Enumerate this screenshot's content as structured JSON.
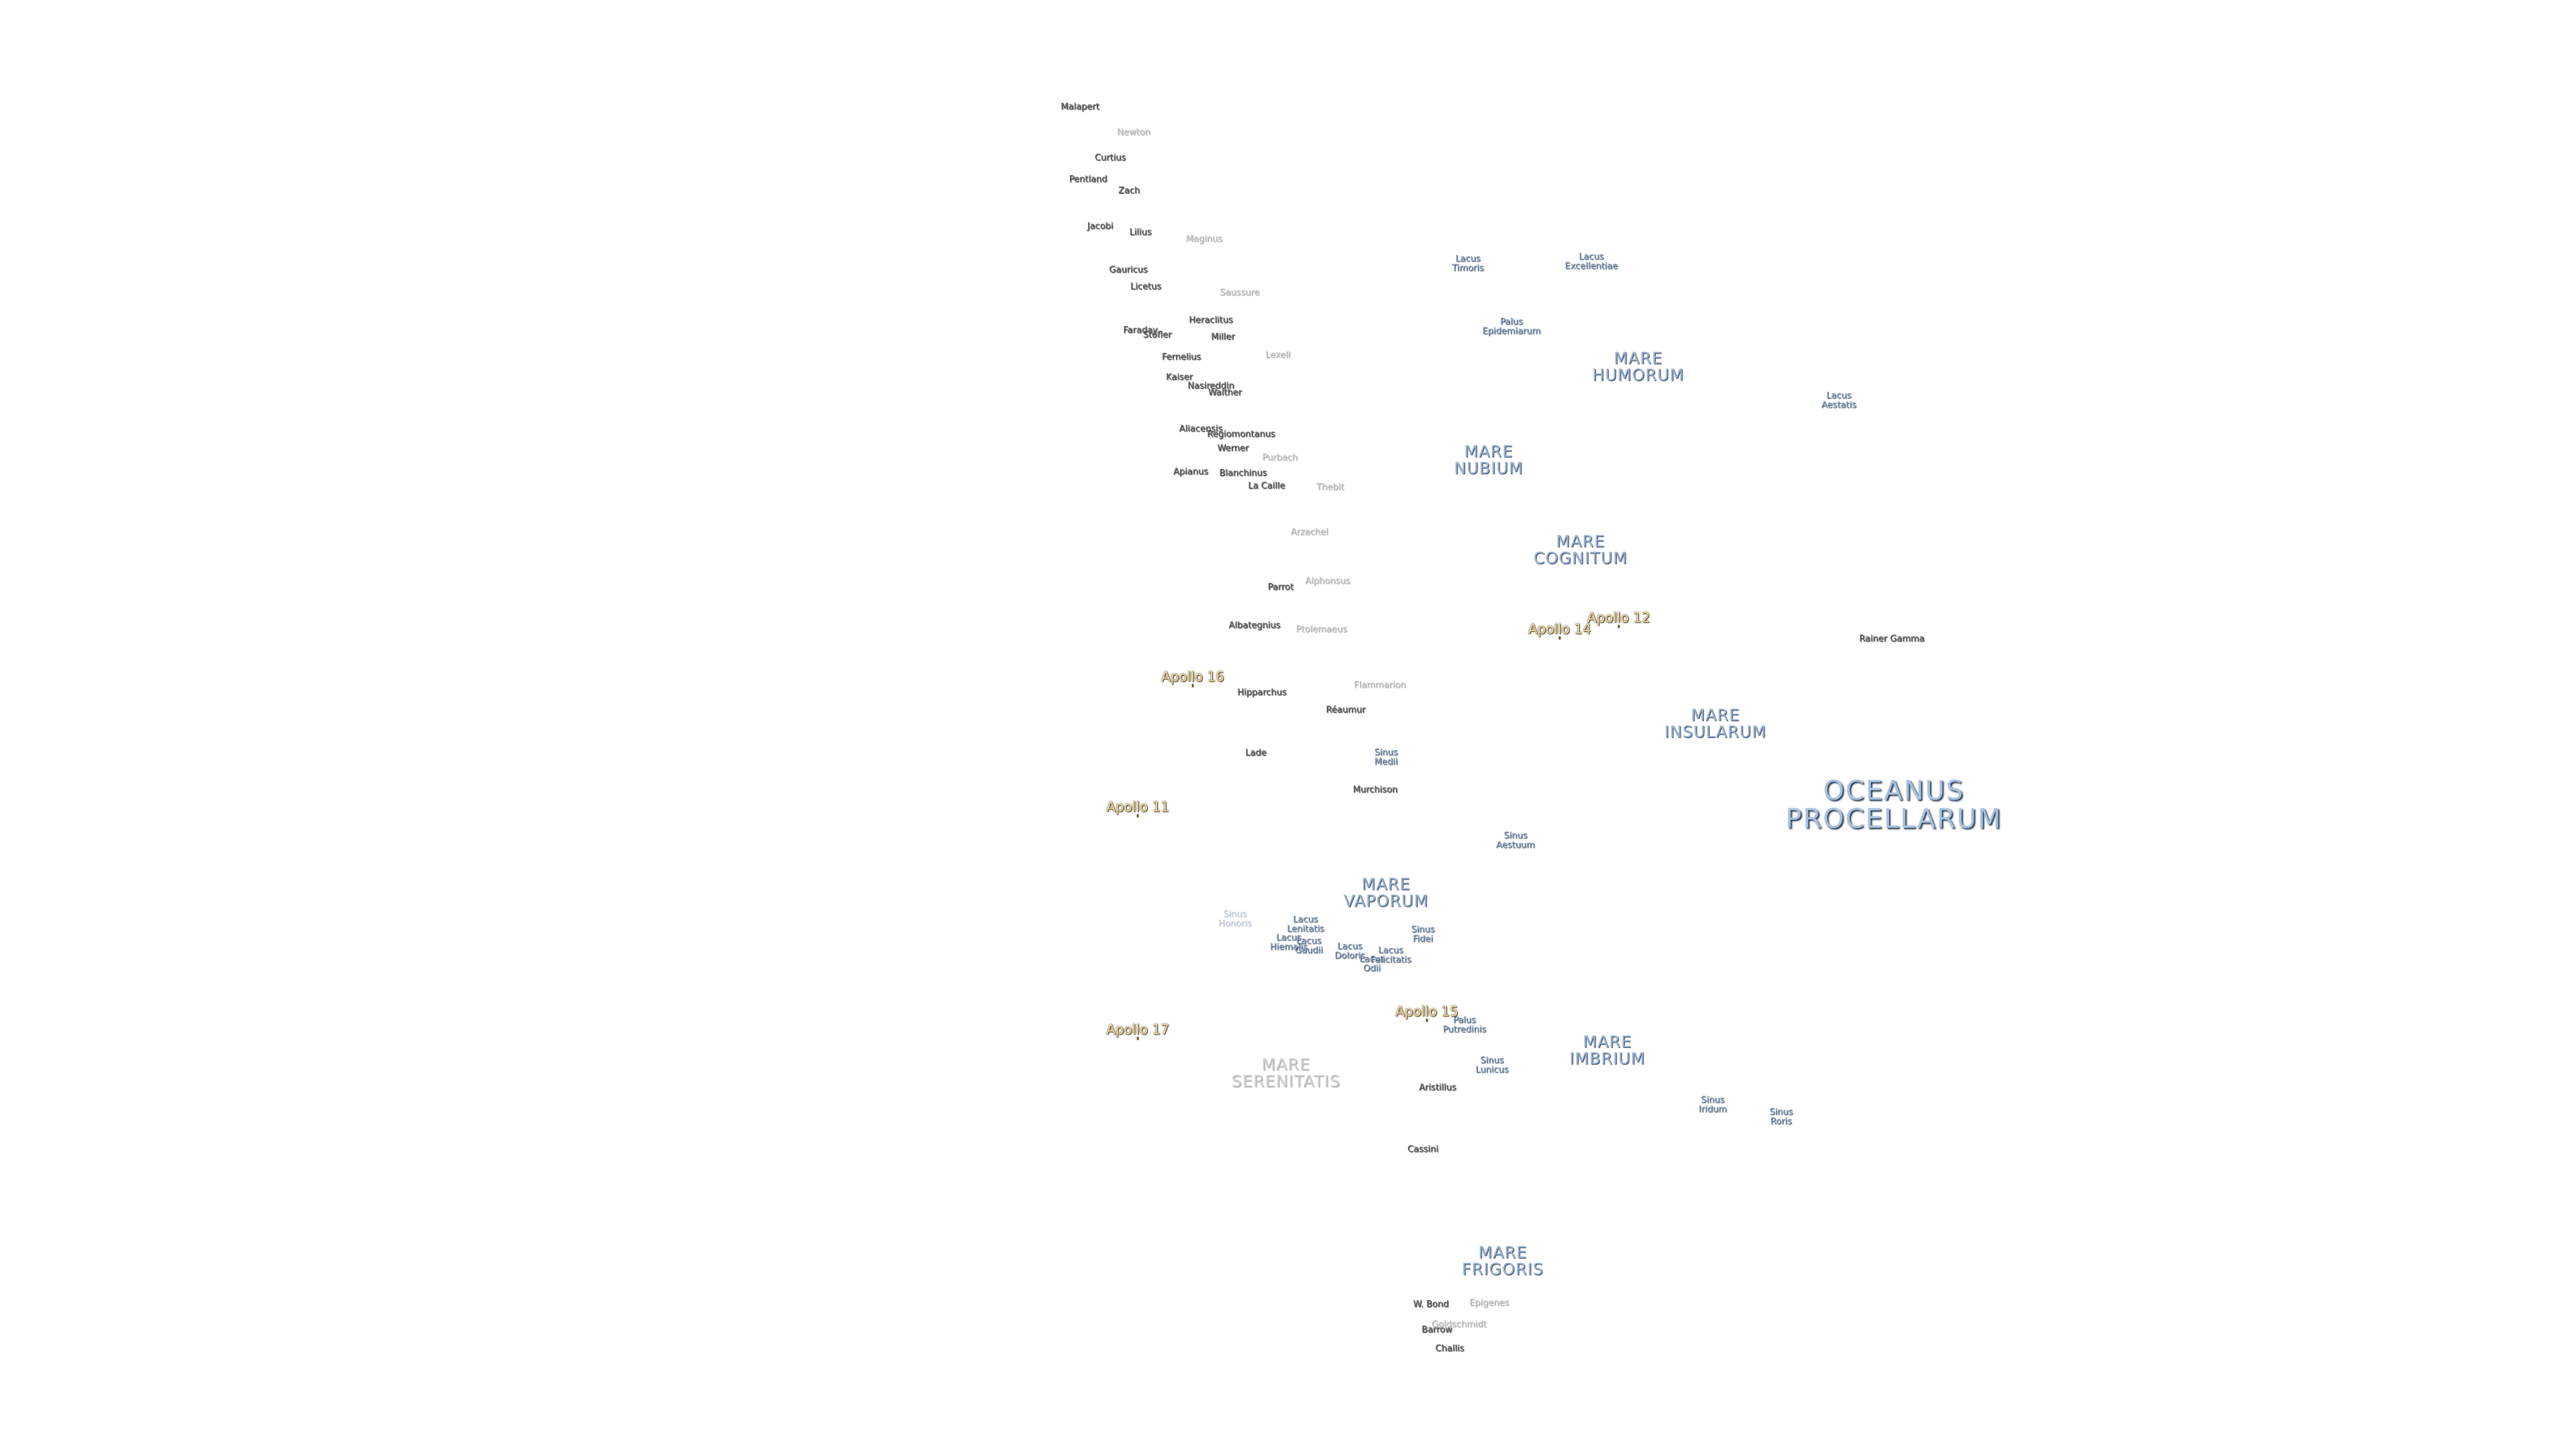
{
  "labels": [
    {
      "text": "Malapert",
      "kind": "crater",
      "faint": false
    },
    {
      "text": "Newton",
      "kind": "crater",
      "faint": true
    },
    {
      "text": "Curtius",
      "kind": "crater",
      "faint": false
    },
    {
      "text": "Pentland",
      "kind": "crater",
      "faint": false
    },
    {
      "text": "Zach",
      "kind": "crater",
      "faint": false
    },
    {
      "text": "Jacobi",
      "kind": "crater",
      "faint": false
    },
    {
      "text": "Lilius",
      "kind": "crater",
      "faint": false
    },
    {
      "text": "Maginus",
      "kind": "crater",
      "faint": true
    },
    {
      "text": "Gauricus",
      "kind": "crater",
      "faint": false
    },
    {
      "text": "Licetus",
      "kind": "crater",
      "faint": false
    },
    {
      "text": "Saussure",
      "kind": "crater",
      "faint": true
    },
    {
      "text": "Heraclitus",
      "kind": "crater",
      "faint": false
    },
    {
      "text": "Faraday",
      "kind": "crater",
      "faint": false
    },
    {
      "text": "Stöfler",
      "kind": "crater",
      "faint": false
    },
    {
      "text": "Miller",
      "kind": "crater",
      "faint": false
    },
    {
      "text": "Fernelius",
      "kind": "crater",
      "faint": false
    },
    {
      "text": "Lexell",
      "kind": "crater",
      "faint": true
    },
    {
      "text": "Kaiser",
      "kind": "crater",
      "faint": false
    },
    {
      "text": "Nasireddin",
      "kind": "crater",
      "faint": false
    },
    {
      "text": "Walther",
      "kind": "crater",
      "faint": false
    },
    {
      "text": "Aliacensis",
      "kind": "crater",
      "faint": false
    },
    {
      "text": "Regiomontanus",
      "kind": "crater",
      "faint": false
    },
    {
      "text": "Werner",
      "kind": "crater",
      "faint": false
    },
    {
      "text": "Purbach",
      "kind": "crater",
      "faint": true
    },
    {
      "text": "Apianus",
      "kind": "crater",
      "faint": false
    },
    {
      "text": "Blanchinus",
      "kind": "crater",
      "faint": false
    },
    {
      "text": "La Caille",
      "kind": "crater",
      "faint": false
    },
    {
      "text": "Thebit",
      "kind": "crater",
      "faint": true
    },
    {
      "text": "Arzachel",
      "kind": "crater",
      "faint": true
    },
    {
      "text": "Parrot",
      "kind": "crater",
      "faint": false
    },
    {
      "text": "Alphonsus",
      "kind": "crater",
      "faint": true
    },
    {
      "text": "Albategnius",
      "kind": "crater",
      "faint": false
    },
    {
      "text": "Ptolemaeus",
      "kind": "crater",
      "faint": true
    },
    {
      "text": "Hipparchus",
      "kind": "crater",
      "faint": false
    },
    {
      "text": "Flammarion",
      "kind": "crater",
      "faint": true
    },
    {
      "text": "Réaumur",
      "kind": "crater",
      "faint": false
    },
    {
      "text": "Lade",
      "kind": "crater",
      "faint": false
    },
    {
      "text": "Murchison",
      "kind": "crater",
      "faint": false
    },
    {
      "text": "Aristillus",
      "kind": "crater",
      "faint": false
    },
    {
      "text": "Cassini",
      "kind": "crater",
      "faint": false
    },
    {
      "text": "W. Bond",
      "kind": "crater",
      "faint": false
    },
    {
      "text": "Epigenes",
      "kind": "crater",
      "faint": true
    },
    {
      "text": "Goldschmidt",
      "kind": "crater",
      "faint": true
    },
    {
      "text": "Barrow",
      "kind": "crater",
      "faint": false
    },
    {
      "text": "Challis",
      "kind": "crater",
      "faint": false
    },
    {
      "text": "Rainer Gamma",
      "kind": "crater",
      "faint": false
    },
    {
      "text": "Lacus\nTimoris",
      "kind": "feature",
      "faint": false
    },
    {
      "text": "Lacus\nExcellentiae",
      "kind": "feature",
      "faint": false
    },
    {
      "text": "Palus\nEpidemiarum",
      "kind": "feature",
      "faint": false
    },
    {
      "text": "Lacus\nAestatis",
      "kind": "feature",
      "faint": false
    },
    {
      "text": "Sinus\nMedii",
      "kind": "feature",
      "faint": false
    },
    {
      "text": "Sinus\nAestuum",
      "kind": "feature",
      "faint": false
    },
    {
      "text": "Sinus\nHonoris",
      "kind": "feature",
      "faint": true
    },
    {
      "text": "Lacus\nLenitatis",
      "kind": "feature",
      "faint": false
    },
    {
      "text": "Lacus\nHiemalis",
      "kind": "feature",
      "faint": false
    },
    {
      "text": "Lacus\nGaudii",
      "kind": "feature",
      "faint": false
    },
    {
      "text": "Lacus\nDoloris",
      "kind": "feature",
      "faint": false
    },
    {
      "text": "Lacus\nOdii",
      "kind": "feature",
      "faint": false
    },
    {
      "text": "Lacus\nFelicitatis",
      "kind": "feature",
      "faint": false
    },
    {
      "text": "Sinus\nFidei",
      "kind": "feature",
      "faint": false
    },
    {
      "text": "Palus\nPutredinis",
      "kind": "feature",
      "faint": false
    },
    {
      "text": "Sinus\nLunicus",
      "kind": "feature",
      "faint": false
    },
    {
      "text": "Sinus\nIridum",
      "kind": "feature",
      "faint": false
    },
    {
      "text": "Sinus\nRoris",
      "kind": "feature",
      "faint": false
    },
    {
      "text": "MARE\nHUMORUM",
      "kind": "mare",
      "faint": false
    },
    {
      "text": "MARE\nNUBIUM",
      "kind": "mare",
      "faint": false
    },
    {
      "text": "MARE\nCOGNITUM",
      "kind": "mare",
      "faint": false
    },
    {
      "text": "MARE\nINSULARUM",
      "kind": "mare",
      "faint": false
    },
    {
      "text": "MARE\nVAPORUM",
      "kind": "mare",
      "faint": false
    },
    {
      "text": "MARE\nSERENITATIS",
      "kind": "mare",
      "faint": true
    },
    {
      "text": "MARE\nIMBRIUM",
      "kind": "mare",
      "faint": false
    },
    {
      "text": "MARE\nFRIGORIS",
      "kind": "mare",
      "faint": false
    },
    {
      "text": "OCEANUS\nPROCELLARUM",
      "kind": "ocean",
      "faint": false
    },
    {
      "text": "Apollo 12",
      "kind": "apollo",
      "faint": false
    },
    {
      "text": "Apollo 14",
      "kind": "apollo",
      "faint": false
    },
    {
      "text": "Apollo 16",
      "kind": "apollo",
      "faint": false
    },
    {
      "text": "Apollo 11",
      "kind": "apollo",
      "faint": false
    },
    {
      "text": "Apollo 15",
      "kind": "apollo",
      "faint": false
    },
    {
      "text": "Apollo 17",
      "kind": "apollo",
      "faint": false
    }
  ]
}
